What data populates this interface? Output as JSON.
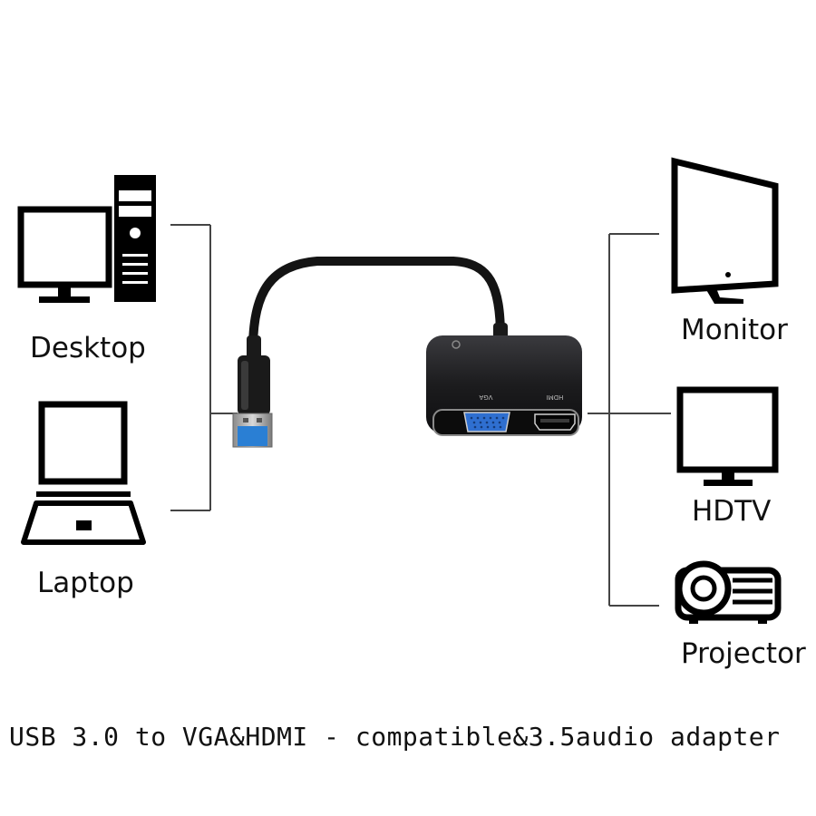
{
  "devices": {
    "sources": [
      {
        "label": "Desktop",
        "icon": "desktop-computer-icon"
      },
      {
        "label": "Laptop",
        "icon": "laptop-icon"
      }
    ],
    "outputs": [
      {
        "label": "Monitor",
        "icon": "monitor-icon"
      },
      {
        "label": "HDTV",
        "icon": "hdtv-icon"
      },
      {
        "label": "Projector",
        "icon": "projector-icon"
      }
    ]
  },
  "adapter": {
    "port_labels": {
      "vga": "VGA",
      "hdmi": "HDMI"
    },
    "colors": {
      "body": "#1c1c1e",
      "usb_blue": "#2a7fd4",
      "vga_blue": "#2f6fd0",
      "line": "#444444"
    }
  },
  "caption": "USB 3.0 to VGA&HDMI - compatible&3.5audio adapter"
}
